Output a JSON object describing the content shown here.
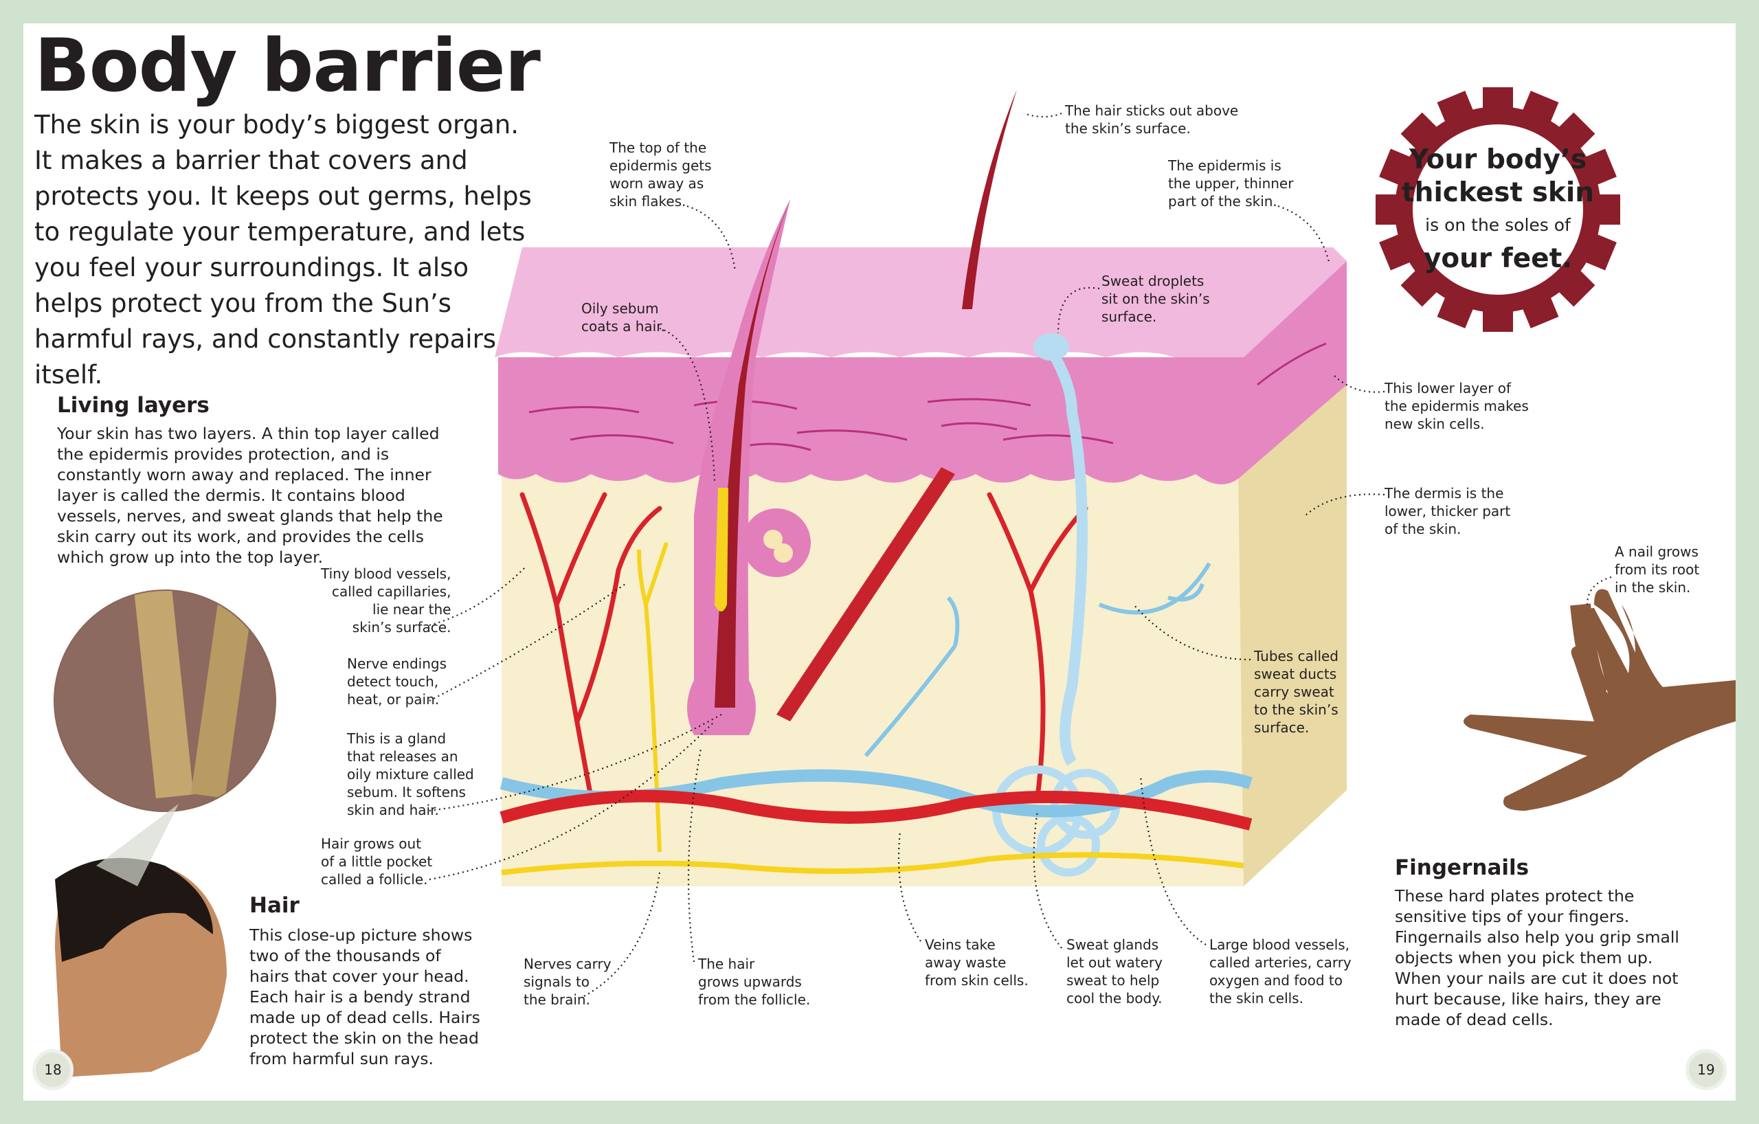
{
  "title": "Body barrier",
  "intro": "The skin is your body’s biggest organ. It makes a barrier that covers and protects you. It keeps out germs, helps to regulate your temperature, and lets you feel your surroundings. It also helps protect you from the Sun’s harmful rays, and constantly repairs itself.",
  "living": {
    "heading": "Living layers",
    "text": "Your skin has two layers. A thin top layer called the epidermis provides protection, and is constantly worn away and replaced. The inner layer is called the dermis. It contains blood vessels, nerves, and sweat glands that help the skin carry out its work, and provides the cells which grow up into the top layer."
  },
  "hair": {
    "heading": "Hair",
    "text": "This close-up picture shows two of the thousands of hairs that cover your head. Each hair is a bendy strand made up of dead cells. Hairs protect the skin on the head from harmful sun rays."
  },
  "fingernails": {
    "heading": "Fingernails",
    "text": "These hard plates protect the sensitive tips of your fingers. Fingernails also help you grip small objects when you pick them up. When your nails are cut it does not hurt because, like hairs, they are made of dead cells."
  },
  "fact": {
    "l1": "Your body’s",
    "l2": "thickest skin",
    "l3": "is on the soles of",
    "l4": "your feet."
  },
  "labels": {
    "hair_sticks_out": "The hair sticks out above\nthe skin’s surface.",
    "top_epidermis": "The top of the\nepidermis gets\nworn away as\nskin flakes.",
    "epidermis_upper": "The epidermis is\nthe upper, thinner\npart of the skin.",
    "oily_sebum": "Oily sebum\ncoats a hair.",
    "sweat_droplets": "Sweat droplets\nsit on the skin’s\nsurface.",
    "lower_layer": "This lower layer of\nthe epidermis makes\nnew skin cells.",
    "dermis": "The dermis is the\nlower, thicker part\nof the skin.",
    "nail_grows": "A nail grows\nfrom its root\nin the skin.",
    "capillaries": "Tiny blood vessels,\ncalled capillaries,\nlie near the\nskin’s surface.",
    "nerve_endings": "Nerve endings\ndetect touch,\nheat, or pain.",
    "gland": "This is a gland\nthat releases an\noily mixture called\nsebum. It softens\nskin and hair.",
    "follicle": "Hair grows out\nof a little pocket\ncalled a follicle.",
    "sweat_ducts": "Tubes called\nsweat ducts\ncarry sweat\nto the skin’s\nsurface.",
    "nerves_carry": "Nerves carry\nsignals to\nthe brain.",
    "hair_grows_up": "The hair\ngrows upwards\nfrom the follicle.",
    "veins": "Veins take\naway waste\nfrom skin cells.",
    "sweat_glands": "Sweat glands\nlet out watery\nsweat to help\ncool the body.",
    "arteries": "Large blood vessels,\ncalled arteries, carry\noxygen and food to\nthe skin cells."
  },
  "pages": {
    "left": "18",
    "right": "19"
  },
  "colors": {
    "epidermis_pink": "#e58fc4",
    "artery_red": "#d8232a",
    "vein_blue": "#86c5e6",
    "nerve_yellow": "#f6d31e",
    "gear_maroon": "#8b1e2b"
  }
}
